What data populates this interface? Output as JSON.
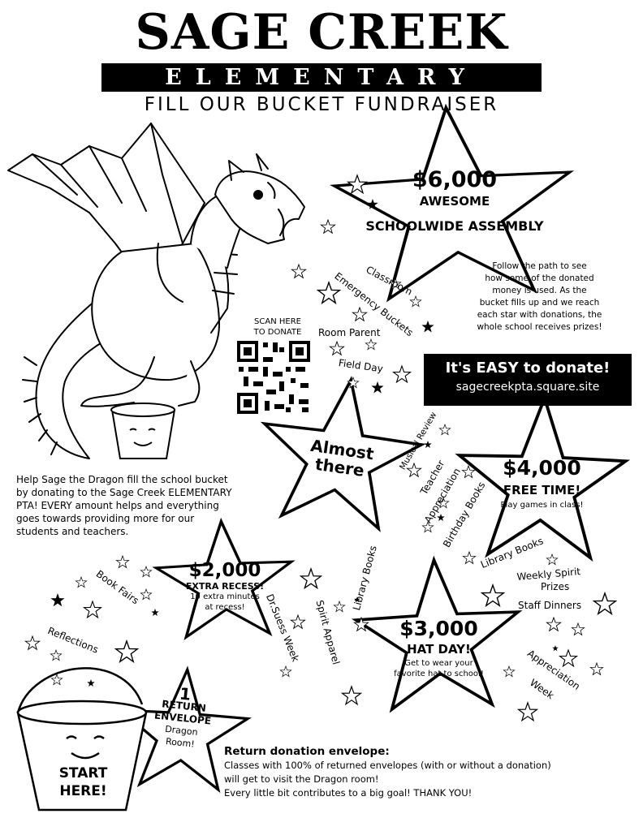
{
  "header": {
    "school_name": "SAGE CREEK",
    "school_level": "ELEMENTARY",
    "subtitle": "FILL OUR BUCKET FUNDRAISER"
  },
  "donate": {
    "scan_line1": "SCAN HERE",
    "scan_line2": "TO DONATE",
    "easy_text": "It's EASY to donate!",
    "url": "sagecreekpta.square.site"
  },
  "intro_text": "Help Sage the Dragon fill the school bucket by donating to the Sage Creek ELEMENTARY PTA! EVERY amount helps and everything goes towards providing more for our students and teachers.",
  "path_note": {
    "line1": "Follow the path to see",
    "line2": "how some of the donated",
    "line3": "money is used. As the",
    "line4": "bucket fills up and we reach",
    "line5": "each star with donations, the",
    "line6": "whole school receives prizes!"
  },
  "goals": {
    "g6000": {
      "amount": "$6,000",
      "line1": "AWESOME",
      "line2": "SCHOOLWIDE ASSEMBLY"
    },
    "g4000": {
      "amount": "$4,000",
      "line1": "FREE TIME!",
      "line2": "Play games in class!"
    },
    "g3000": {
      "amount": "$3,000",
      "line1": "HAT DAY!",
      "line2": "Get to wear your",
      "line3": "favorite hat to school!"
    },
    "g2000": {
      "amount": "$2,000",
      "line1": "EXTRA RECESS!",
      "line2": "10 extra minutes",
      "line3": "at recess!"
    },
    "g1": {
      "number": "1",
      "line1": "RETURN",
      "line2": "ENVELOPE",
      "line3": "Dragon",
      "line4": "Room!"
    },
    "almost": {
      "line1": "Almost",
      "line2": "there"
    }
  },
  "bucket_start": {
    "line1": "START",
    "line2": "HERE!"
  },
  "path_labels": {
    "reflections": "Reflections",
    "book_fairs": "Book Fairs",
    "dr_seuss_week": "Dr.Suess Week",
    "spirit_apparel": "Spirit Apparel",
    "library_books_a": "Library Books",
    "appreciation_week_1": "Appreciation",
    "appreciation_week_2": "Week",
    "staff_dinners": "Staff Dinners",
    "weekly_spirit_1": "Weekly Spirit",
    "weekly_spirit_2": "Prizes",
    "library_books_b": "Library Books",
    "birthday_books": "Birthday Books",
    "teacher_appreciation_1": "Teacher",
    "teacher_appreciation_2": "Appreciation",
    "musical_review": "Musical Review",
    "field_day": "Field Day",
    "room_parent": "Room Parent",
    "emergency_buckets": "Emergency Buckets",
    "classroom": "Classroom"
  },
  "return_section": {
    "heading": "Return donation envelope:",
    "line1": "Classes with 100% of returned envelopes (with or without a donation)",
    "line2": "will get to visit the Dragon room!",
    "line3": "Every little bit contributes to a big goal! THANK YOU!"
  }
}
